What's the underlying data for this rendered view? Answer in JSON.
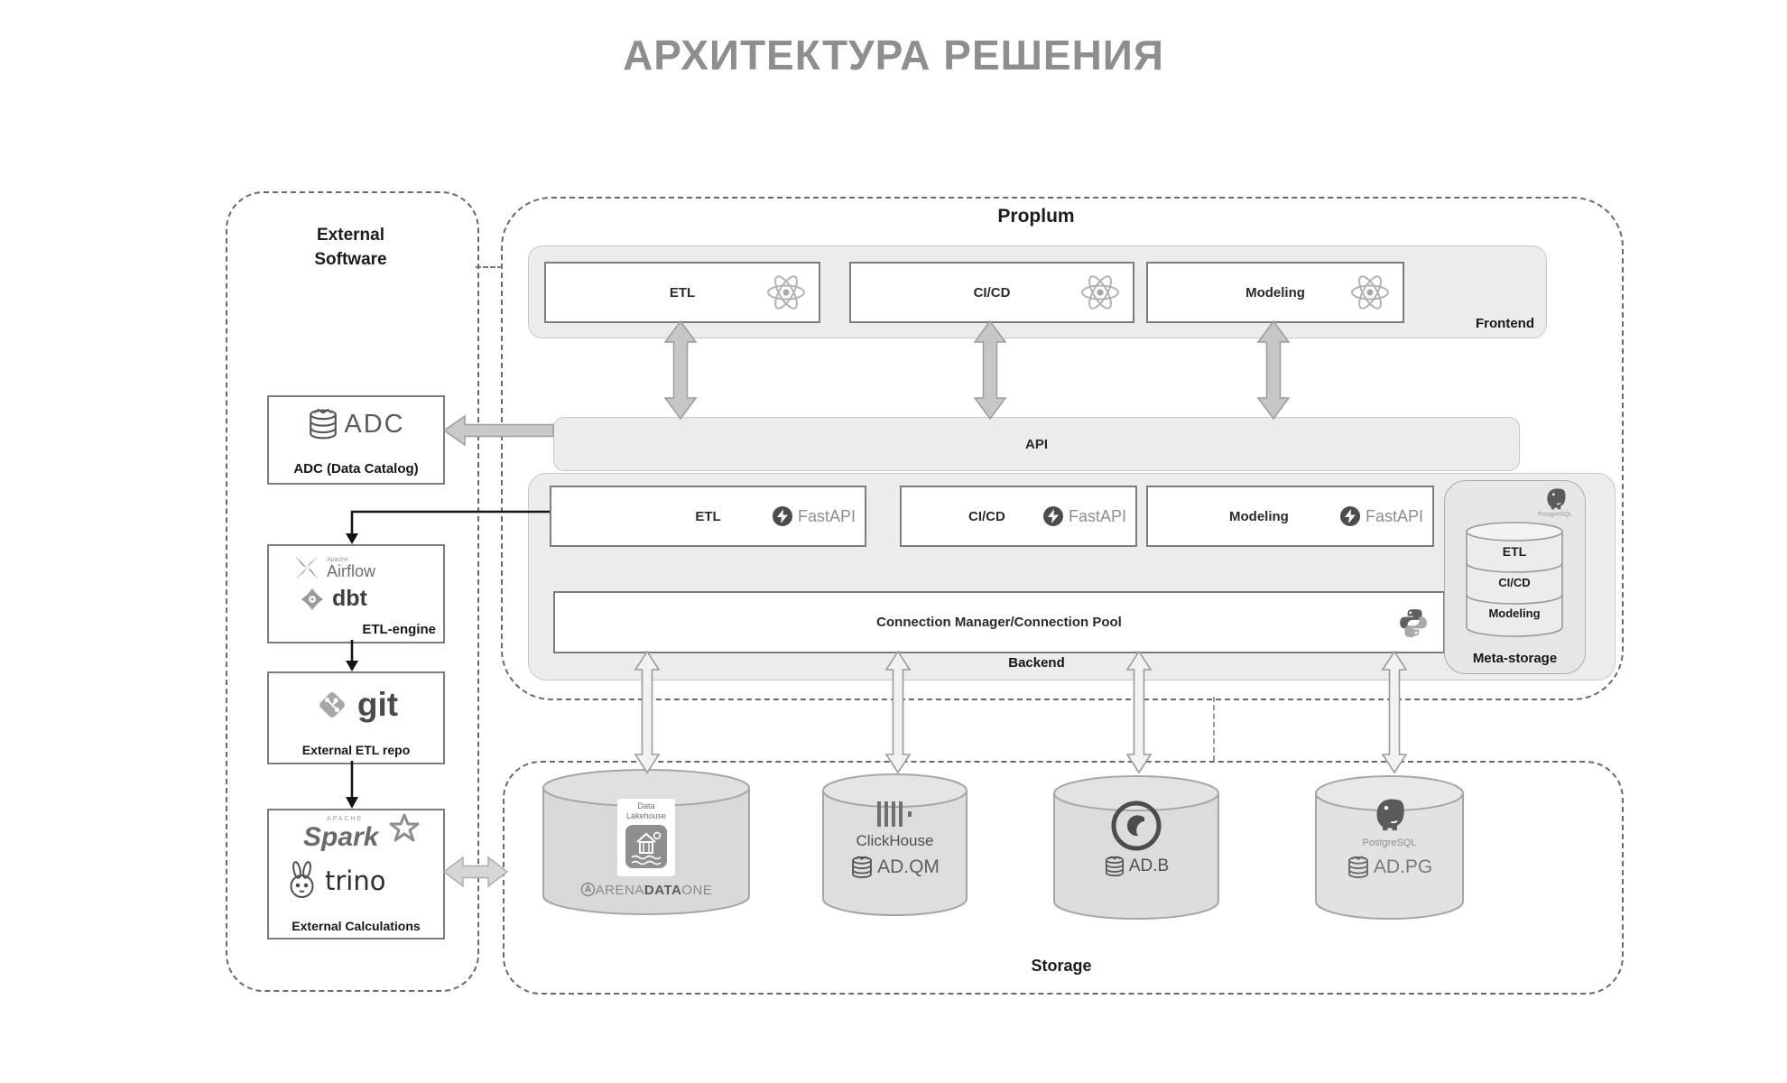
{
  "title": "АРХИТЕКТУРА РЕШЕНИЯ",
  "external": {
    "label_line1": "External",
    "label_line2": "Software",
    "adc": {
      "logo": "ADC",
      "caption": "ADC (Data Catalog)"
    },
    "etl_engine": {
      "apache": "Apache",
      "airflow": "Airflow",
      "dbt": "dbt",
      "caption": "ETL-engine"
    },
    "git_repo": {
      "logo": "git",
      "caption": "External ETL repo"
    },
    "calculations": {
      "apache": "APACHE",
      "spark": "Spark",
      "trino": "trino",
      "caption": "External Calculations"
    }
  },
  "proplum": {
    "label": "Proplum",
    "frontend": {
      "label": "Frontend",
      "modules": [
        {
          "label": "ETL"
        },
        {
          "label": "CI/CD"
        },
        {
          "label": "Modeling"
        }
      ]
    },
    "api": {
      "label": "API"
    },
    "backend": {
      "label": "Backend",
      "modules": [
        {
          "label": "ETL",
          "framework": "FastAPI"
        },
        {
          "label": "CI/CD",
          "framework": "FastAPI"
        },
        {
          "label": "Modeling",
          "framework": "FastAPI"
        }
      ],
      "connection_manager": {
        "label": "Connection Manager/Connection Pool"
      }
    },
    "meta_storage": {
      "label": "Meta-storage",
      "engine": "PostgreSQL",
      "layers": [
        {
          "label": "ETL"
        },
        {
          "label": "CI/CD"
        },
        {
          "label": "Modeling"
        }
      ]
    }
  },
  "storage": {
    "label": "Storage",
    "databases": [
      {
        "badge_line1": "Data",
        "badge_line2": "Lakehouse",
        "vendor_prefix": "ARENA",
        "vendor_bold": "DATA",
        "vendor_suffix": "ONE"
      },
      {
        "engine": "ClickHouse",
        "product": "AD.QM"
      },
      {
        "product": "AD.B"
      },
      {
        "engine": "PostgreSQL",
        "product": "AD.PG"
      }
    ]
  }
}
